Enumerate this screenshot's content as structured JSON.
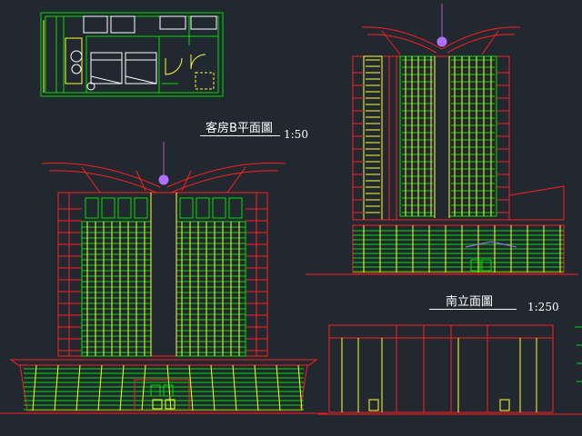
{
  "drawing": {
    "background": "#212830",
    "palette": {
      "red": "#ff1e1e",
      "green": "#00e000",
      "yellow": "#ffff33",
      "white": "#ffffff",
      "purple": "#b070ff",
      "magenta": "#c050c0"
    }
  },
  "labels": {
    "room_plan_title": "客房B平面圖",
    "room_plan_scale": "1:50",
    "south_elevation_title": "南立面圖",
    "south_elevation_scale": "1:250"
  },
  "icons": {
    "bed": "bed-icon",
    "toilet": "toilet-icon",
    "sink": "sink-icon",
    "door_swing": "door-swing-icon"
  }
}
